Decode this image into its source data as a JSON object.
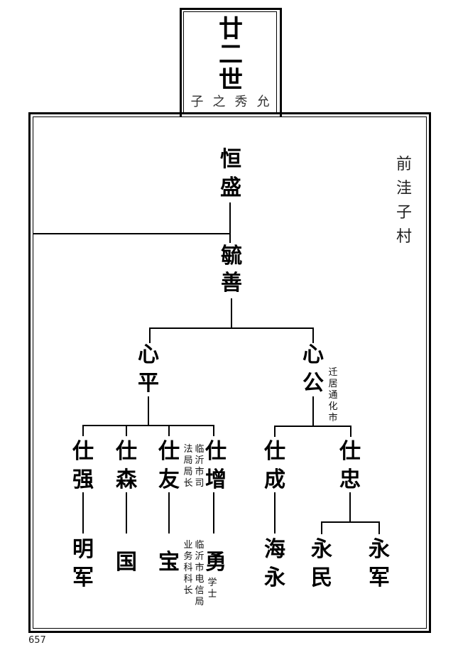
{
  "header": {
    "generation_chars": [
      "廿",
      "二",
      "世"
    ],
    "generation_subtitle_chars": [
      "子",
      "之",
      "秀",
      "允"
    ]
  },
  "village": {
    "chars": [
      "前",
      "洼",
      "子",
      "村"
    ]
  },
  "tree": {
    "root": {
      "name": "恒盛"
    },
    "son": {
      "name": "毓善"
    },
    "gen2": [
      {
        "name": "心平"
      },
      {
        "name": "心公",
        "note": "迁居通化市"
      }
    ],
    "gen3": [
      {
        "name": "仕强"
      },
      {
        "name": "仕森"
      },
      {
        "name": "仕友",
        "note_cols": [
          "临沂市司",
          "法局局长"
        ]
      },
      {
        "name": "仕增"
      },
      {
        "name": "仕成"
      },
      {
        "name": "仕忠"
      }
    ],
    "gen4": [
      {
        "name": "明军"
      },
      {
        "name": "国"
      },
      {
        "name": "宝"
      },
      {
        "name": "勇",
        "note_cols": [
          "学士",
          "临沂市电信局",
          "业务科科长"
        ]
      },
      {
        "name": "海永"
      },
      {
        "name": "永民"
      },
      {
        "name": "永军"
      }
    ]
  },
  "footer": {
    "page_number": "657"
  }
}
